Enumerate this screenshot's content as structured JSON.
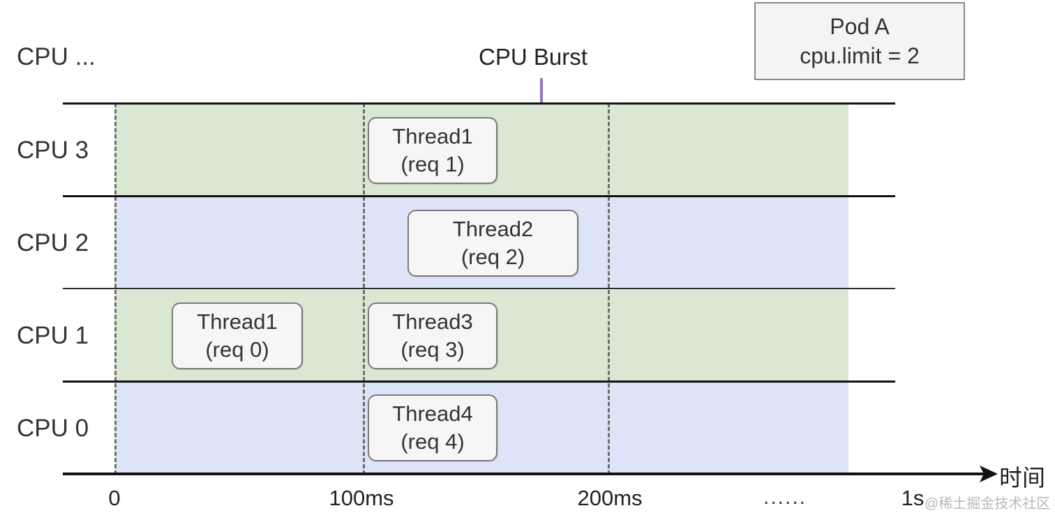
{
  "legend": {
    "pod_name": "Pod A",
    "cpu_limit": "cpu.limit = 2"
  },
  "axis_caption": "CPU ...",
  "annotation": {
    "label": "CPU Burst",
    "arrow_color": "#9575b5"
  },
  "rows": [
    {
      "label": "CPU 3",
      "band_color": "#d9e7d3"
    },
    {
      "label": "CPU 2",
      "band_color": "#dde4f7"
    },
    {
      "label": "CPU 1",
      "band_color": "#d9e7d3"
    },
    {
      "label": "CPU 0",
      "band_color": "#dde4f7"
    }
  ],
  "threads": [
    {
      "name": "Thread1",
      "req": "(req 1)",
      "row": "CPU 3"
    },
    {
      "name": "Thread2",
      "req": "(req 2)",
      "row": "CPU 2"
    },
    {
      "name": "Thread1",
      "req": "(req 0)",
      "row": "CPU 1"
    },
    {
      "name": "Thread3",
      "req": "(req 3)",
      "row": "CPU 1"
    },
    {
      "name": "Thread4",
      "req": "(req 4)",
      "row": "CPU 0"
    }
  ],
  "xaxis": {
    "title": "时间",
    "ticks": [
      {
        "label": "0"
      },
      {
        "label": "100ms"
      },
      {
        "label": "200ms"
      },
      {
        "label": "......"
      },
      {
        "label": "1s"
      }
    ]
  },
  "watermark": "@稀土掘金技术社区",
  "chart_data": {
    "type": "timeline",
    "title": "CPU Burst scheduling timeline",
    "xlabel": "时间",
    "ylabel": "CPU",
    "categories": [
      "CPU 0",
      "CPU 1",
      "CPU 2",
      "CPU 3"
    ],
    "x_ticks": [
      "0",
      "100ms",
      "200ms",
      "......",
      "1s"
    ],
    "x_tick_values_ms": [
      0,
      100,
      200,
      null,
      1000
    ],
    "grid": "dashed vertical gridlines at 0ms, 100ms, 200ms",
    "legend": "Pod A, cpu.limit = 2",
    "annotations": [
      {
        "text": "CPU Burst",
        "points_to": "CPU 2 at ~170ms"
      }
    ],
    "series": [
      {
        "name": "CPU 3",
        "tasks": [
          {
            "label": "Thread1 (req 1)",
            "start_ms": 100,
            "end_ms": 160
          }
        ]
      },
      {
        "name": "CPU 2",
        "tasks": [
          {
            "label": "Thread2 (req 2)",
            "start_ms": 118,
            "end_ms": 196
          }
        ]
      },
      {
        "name": "CPU 1",
        "tasks": [
          {
            "label": "Thread1 (req 0)",
            "start_ms": 23,
            "end_ms": 82
          },
          {
            "label": "Thread3 (req 3)",
            "start_ms": 100,
            "end_ms": 160
          }
        ]
      },
      {
        "name": "CPU 0",
        "tasks": [
          {
            "label": "Thread4 (req 4)",
            "start_ms": 100,
            "end_ms": 160
          }
        ]
      }
    ]
  }
}
